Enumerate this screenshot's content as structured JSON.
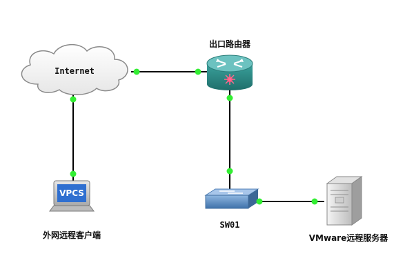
{
  "nodes": {
    "internet": {
      "label": "Internet",
      "kind": "cloud"
    },
    "router": {
      "label": "出口路由器",
      "kind": "router"
    },
    "switch": {
      "label": "SW01",
      "kind": "switch"
    },
    "client": {
      "label": "外网远程客户端",
      "kind": "pc",
      "screen_text": "VPCS"
    },
    "server": {
      "label": "VMware远程服务器",
      "kind": "server"
    }
  },
  "links": [
    {
      "from": "internet",
      "to": "router"
    },
    {
      "from": "internet",
      "to": "client"
    },
    {
      "from": "router",
      "to": "switch"
    },
    {
      "from": "switch",
      "to": "server"
    }
  ],
  "colors": {
    "link": "#000000",
    "port": "#33ee33",
    "router_body": "#2f8f8a",
    "router_top": "#6cc2c0",
    "switch_body": "#5b8fc8",
    "cloud_fill": "#ffffff",
    "cloud_stroke": "#888888"
  }
}
